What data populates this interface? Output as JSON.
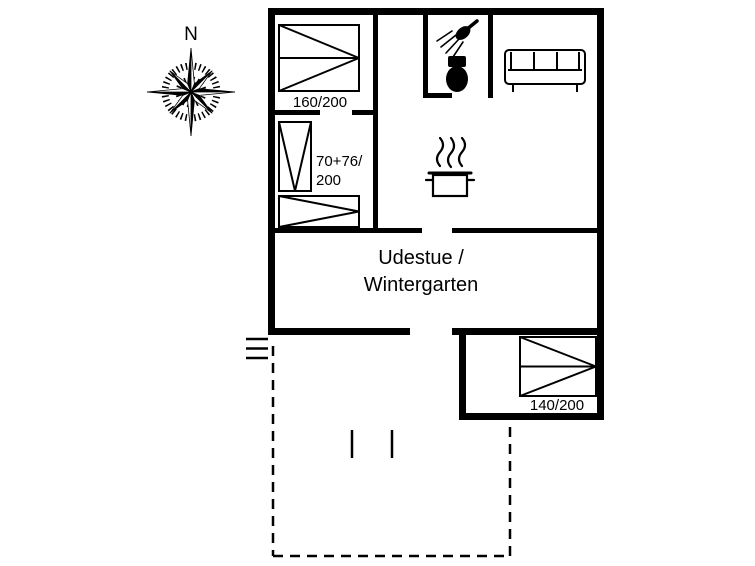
{
  "background_color": "#ffffff",
  "wall_color": "#000000",
  "compass": {
    "label": "N"
  },
  "rooms": {
    "sunroom": {
      "name_line1": "Udestue /",
      "name_line2": "Wintergarten"
    }
  },
  "beds": {
    "bed_160": {
      "label": "160/200"
    },
    "bed_70_76": {
      "label_line1": "70+76/",
      "label_line2": "200"
    },
    "bed_140": {
      "label": "140/200"
    }
  },
  "icons": {
    "compass": "compass-rose-icon",
    "shower": "shower-icon",
    "toilet": "toilet-icon",
    "sofa": "sofa-icon",
    "stove": "cooking-pot-icon",
    "bed": "bed-icon",
    "steps": "steps-icon",
    "terrace": "terrace-dashed-outline"
  }
}
